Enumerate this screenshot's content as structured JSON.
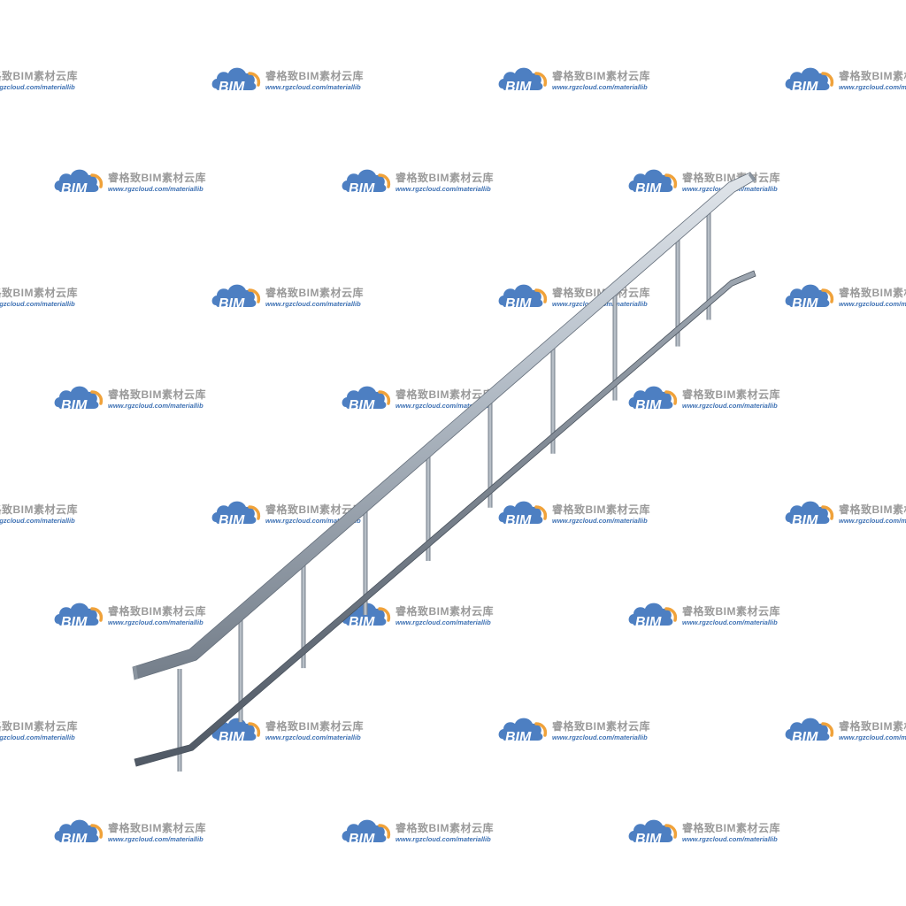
{
  "watermark": {
    "title": "睿格致BIM素材云库",
    "url": "www.rgzcloud.com/materiallib",
    "logo_text": "BIM",
    "colors": {
      "cloud": "#4d7fc2",
      "accent": "#f0a23a",
      "title": "#9a9a9a",
      "url": "#3f72b4"
    }
  },
  "subject": {
    "icon": "stair-railing",
    "colors": {
      "rail_light": "#e9edf2",
      "rail_mid": "#b7c0ca",
      "rail_dark": "#6e7884",
      "post": "#8f99a4",
      "bottom_rail": "#5f6873"
    }
  }
}
